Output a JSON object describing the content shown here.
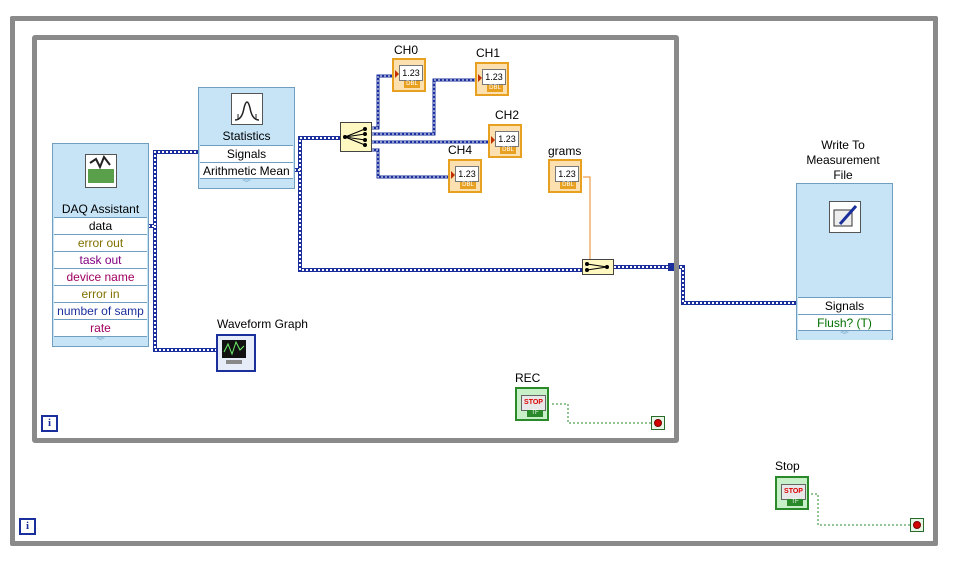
{
  "loops": {
    "iteration_glyph": "i"
  },
  "daq_assistant": {
    "title": "DAQ Assistant",
    "terminals": [
      "data",
      "error out",
      "task out",
      "device name",
      "error in",
      "number of samp",
      "rate"
    ],
    "terminal_colors": [
      "#000000",
      "#807000",
      "#800080",
      "#a00060",
      "#807000",
      "#1a2f9c",
      "#a00060"
    ]
  },
  "statistics": {
    "title": "Statistics",
    "terminals": [
      "Signals",
      "Arithmetic Mean"
    ],
    "icon": "statistics-histogram-icon"
  },
  "indicators": {
    "ch0": "CH0",
    "ch1": "CH1",
    "ch2": "CH2",
    "ch4": "CH4",
    "grams": "grams",
    "numeric_text": "1.23",
    "numeric_tag": "DBL"
  },
  "waveform_graph": {
    "label": "Waveform Graph",
    "icon": "waveform-graph-icon"
  },
  "write_file": {
    "title_lines": [
      "Write To",
      "Measurement",
      "File"
    ],
    "terminals": [
      "Signals",
      "Flush? (T)"
    ],
    "terminal_colors": [
      "#000000",
      "#007000"
    ],
    "icon": "write-file-icon"
  },
  "rec": {
    "label": "REC",
    "button_text": "STOP",
    "tag": "TF"
  },
  "stop": {
    "label": "Stop",
    "button_text": "STOP",
    "tag": "TF"
  }
}
